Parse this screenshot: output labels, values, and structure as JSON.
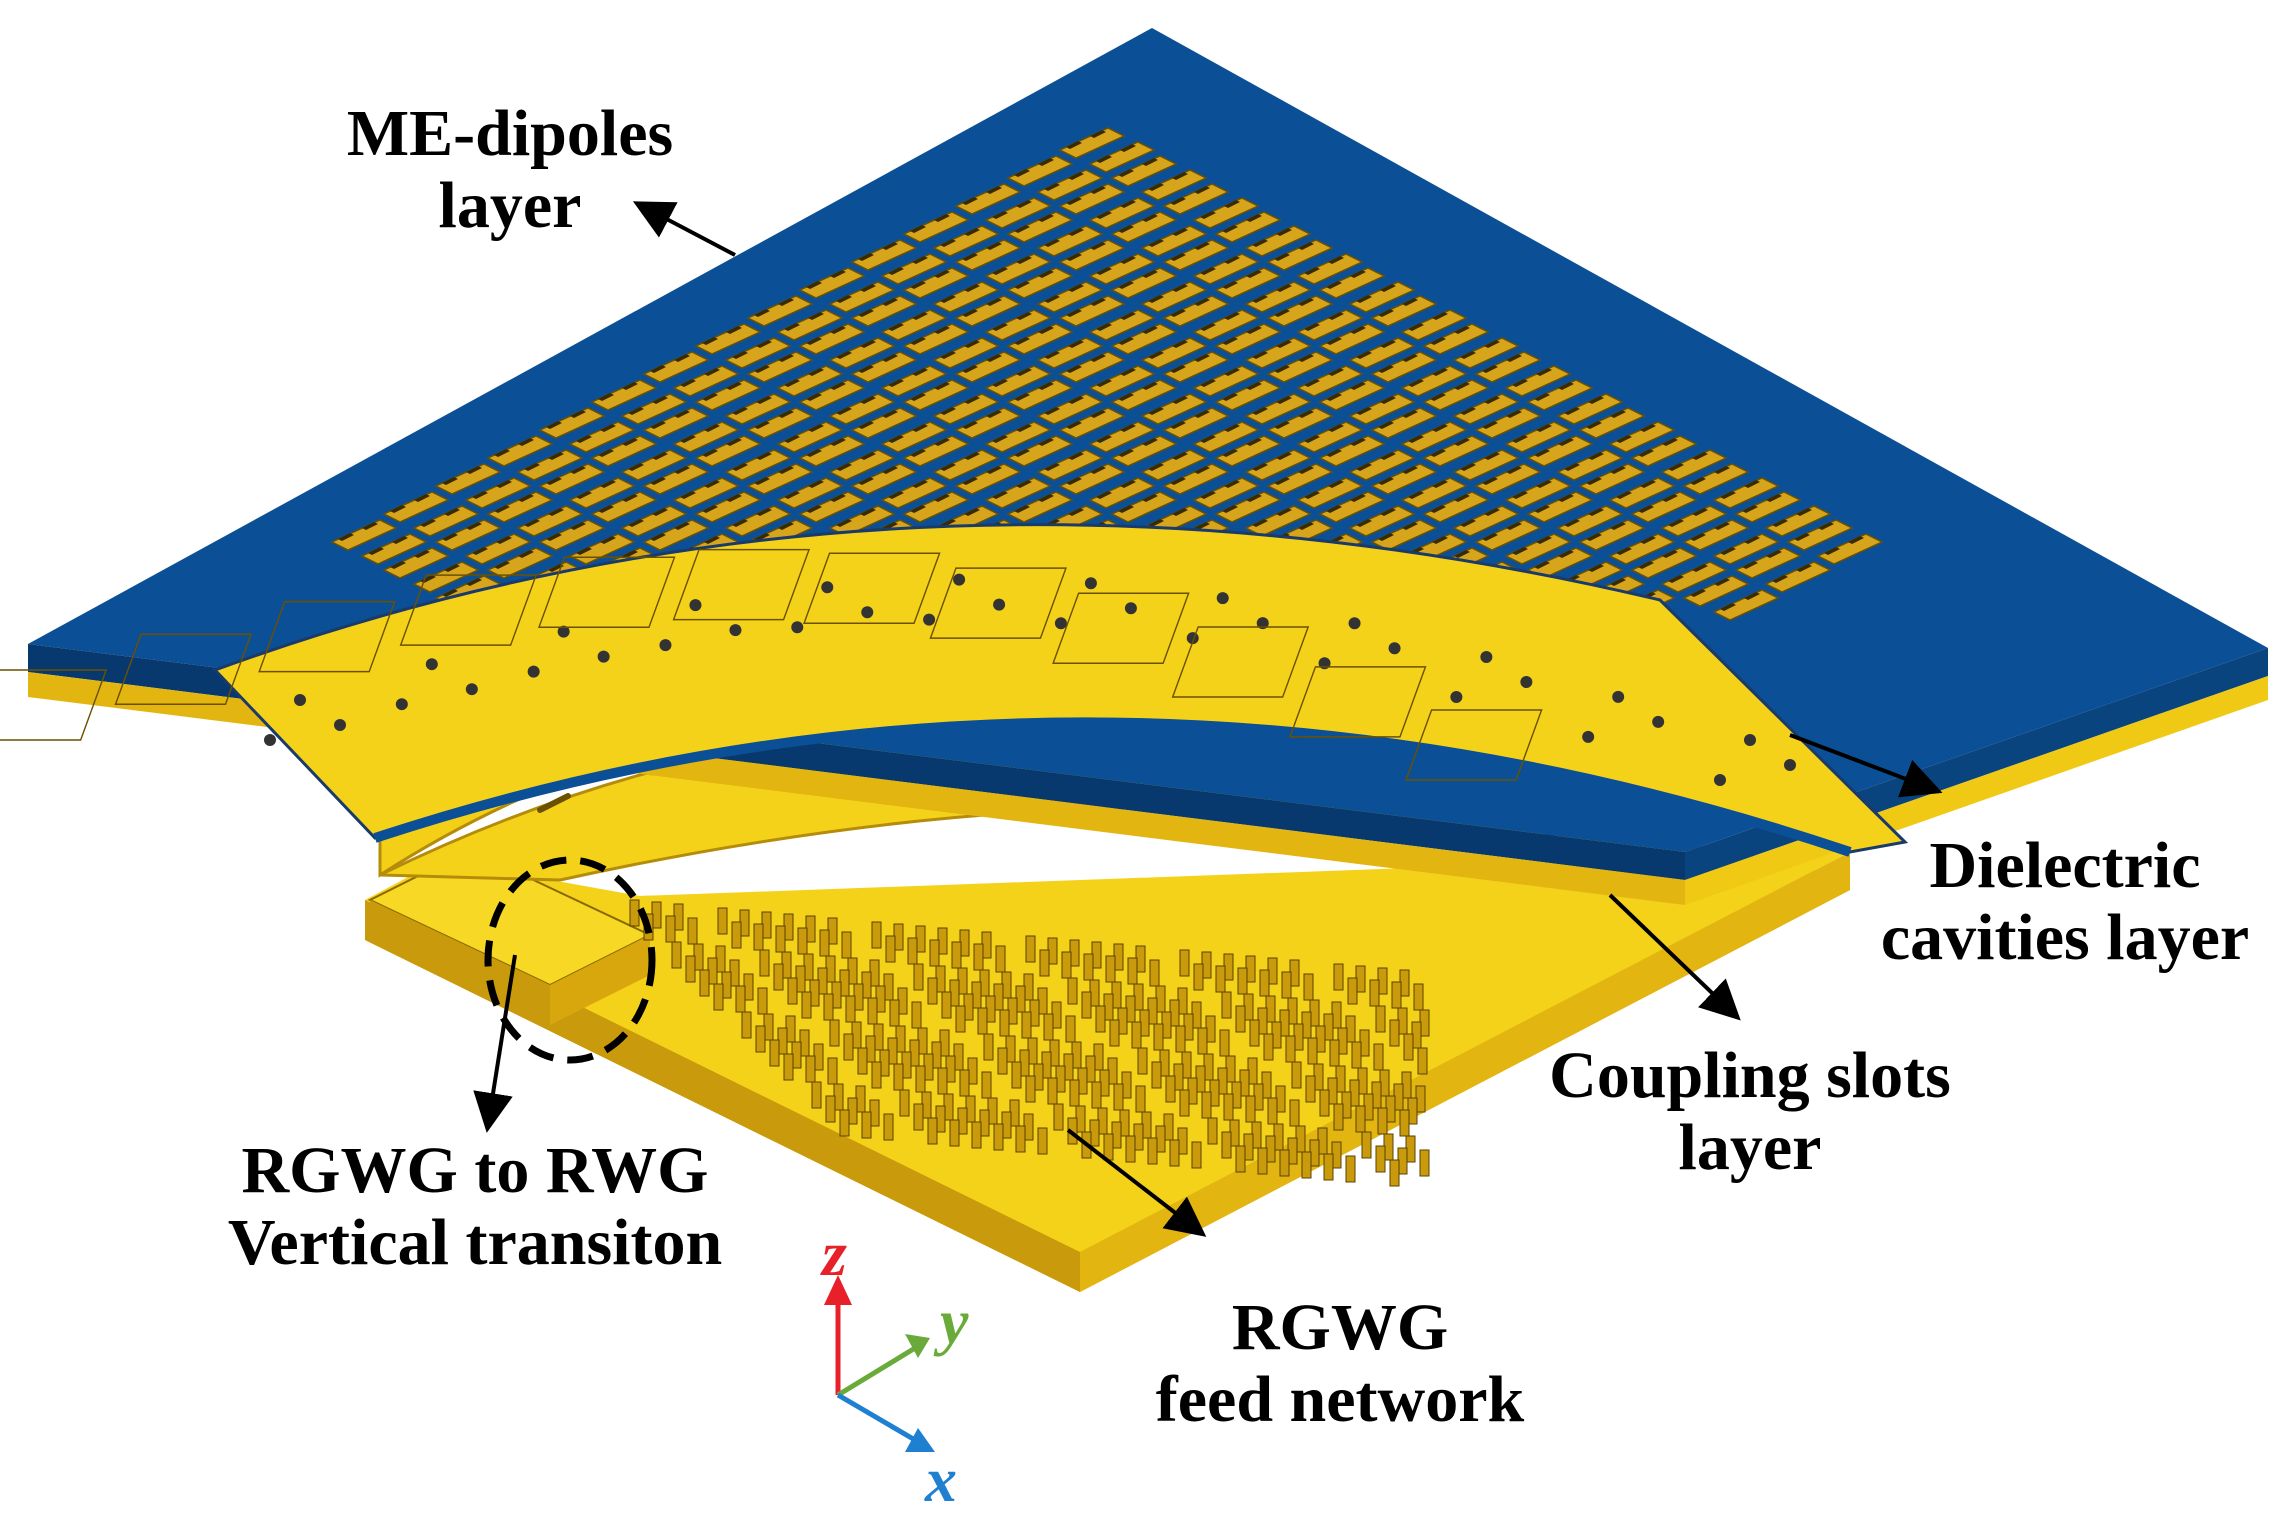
{
  "labels": {
    "me_dipoles": [
      "ME-dipoles",
      "layer"
    ],
    "dielectric": [
      "Dielectric",
      "cavities layer"
    ],
    "coupling": [
      "Coupling slots",
      "layer"
    ],
    "rgwg_feed": [
      "RGWG",
      "feed network"
    ],
    "transition": [
      "RGWG to RWG",
      "Vertical transiton"
    ]
  },
  "axes": {
    "z": "z",
    "y": "y",
    "x": "x"
  },
  "colors": {
    "top_layer": "#0b4f97",
    "top_layer_side": "#08396e",
    "gold": "#f5d21a",
    "gold_dark": "#c99a0c",
    "gold_side": "#d8a70e",
    "patch": "#d6a51b",
    "z_axis": "#e8202a",
    "y_axis": "#6aaa3a",
    "x_axis": "#1f7fd1"
  }
}
